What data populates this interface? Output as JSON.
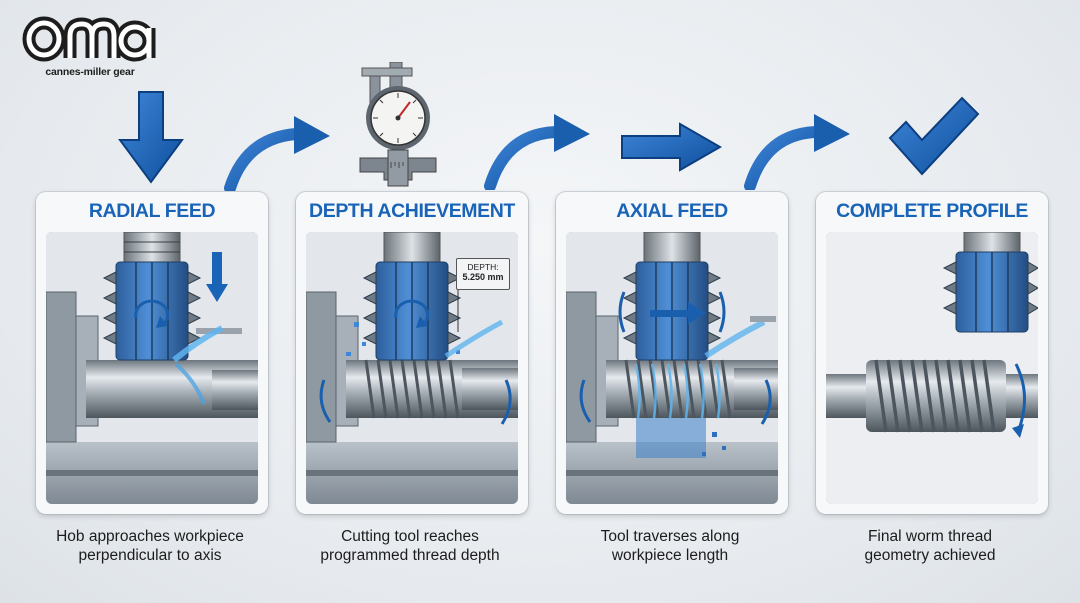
{
  "logo": {
    "mark": "oma",
    "tagline": "cannes-miller gear"
  },
  "colors": {
    "accent": "#1a64b8",
    "coolant": "#3d9be0",
    "steel": "#8e979f"
  },
  "steps": [
    {
      "title": "RADIAL FEED",
      "caption_lines": [
        "Hob approaches workpiece",
        "perpendicular to axis"
      ],
      "icon": "down-arrow-icon"
    },
    {
      "title": "DEPTH ACHIEVEMENT",
      "caption_lines": [
        "Cutting tool reaches",
        "programmed thread depth"
      ],
      "icon": "depth-gauge-icon",
      "depth_label": "DEPTH:",
      "depth_value": "5.250 mm"
    },
    {
      "title": "AXIAL FEED",
      "caption_lines": [
        "Tool traverses along",
        "workpiece length"
      ],
      "icon": "right-arrow-icon"
    },
    {
      "title": "COMPLETE PROFILE",
      "caption_lines": [
        "Final worm thread",
        "geometry achieved"
      ],
      "icon": "checkmark-icon"
    }
  ]
}
